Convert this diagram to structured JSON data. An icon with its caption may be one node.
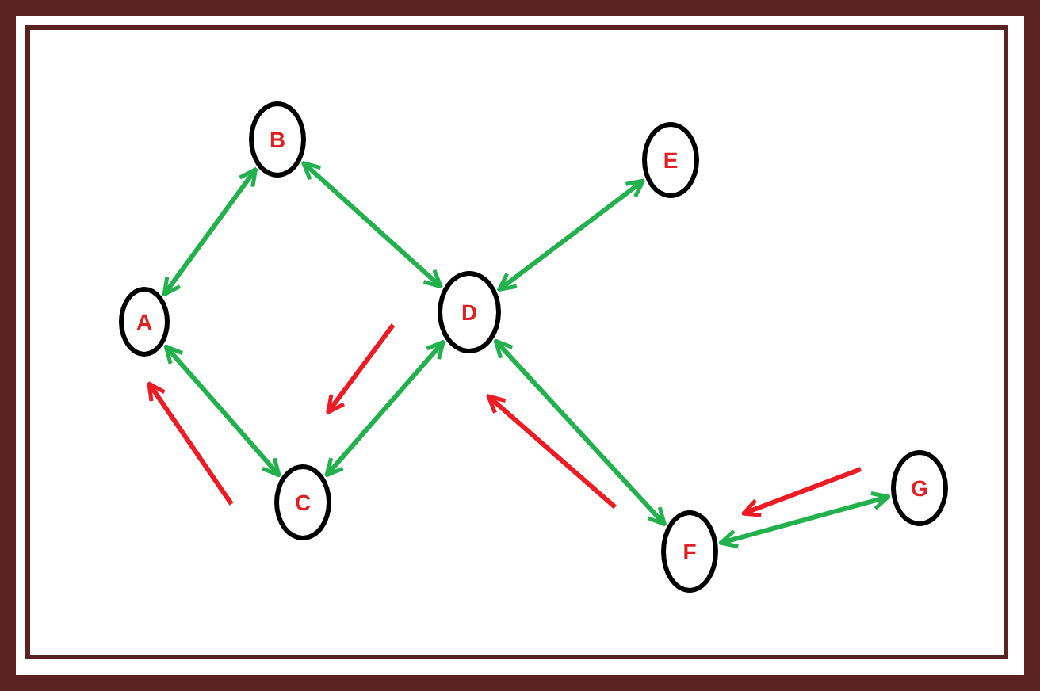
{
  "diagram": {
    "nodes": [
      {
        "text": [
          "B"
        ]
      },
      {
        "text": [
          "E"
        ]
      },
      {
        "text": [
          "A"
        ]
      },
      {
        "text": [
          "D"
        ]
      },
      {
        "text": [
          "G"
        ]
      },
      {
        "text": [
          "C"
        ]
      },
      {
        "text": [
          "F"
        ]
      }
    ],
    "edges": [
      {
        "from": 2,
        "to": 0,
        "arrow": "both"
      },
      {
        "from": 0,
        "to": 3,
        "arrow": "both"
      },
      {
        "from": 2,
        "to": 5,
        "arrow": "both"
      },
      {
        "from": 5,
        "to": 3,
        "arrow": "both"
      },
      {
        "from": 3,
        "to": 1,
        "arrow": "both"
      },
      {
        "from": 3,
        "to": 6,
        "arrow": "both"
      },
      {
        "from": 6,
        "to": 4,
        "arrow": "both"
      }
    ]
  }
}
